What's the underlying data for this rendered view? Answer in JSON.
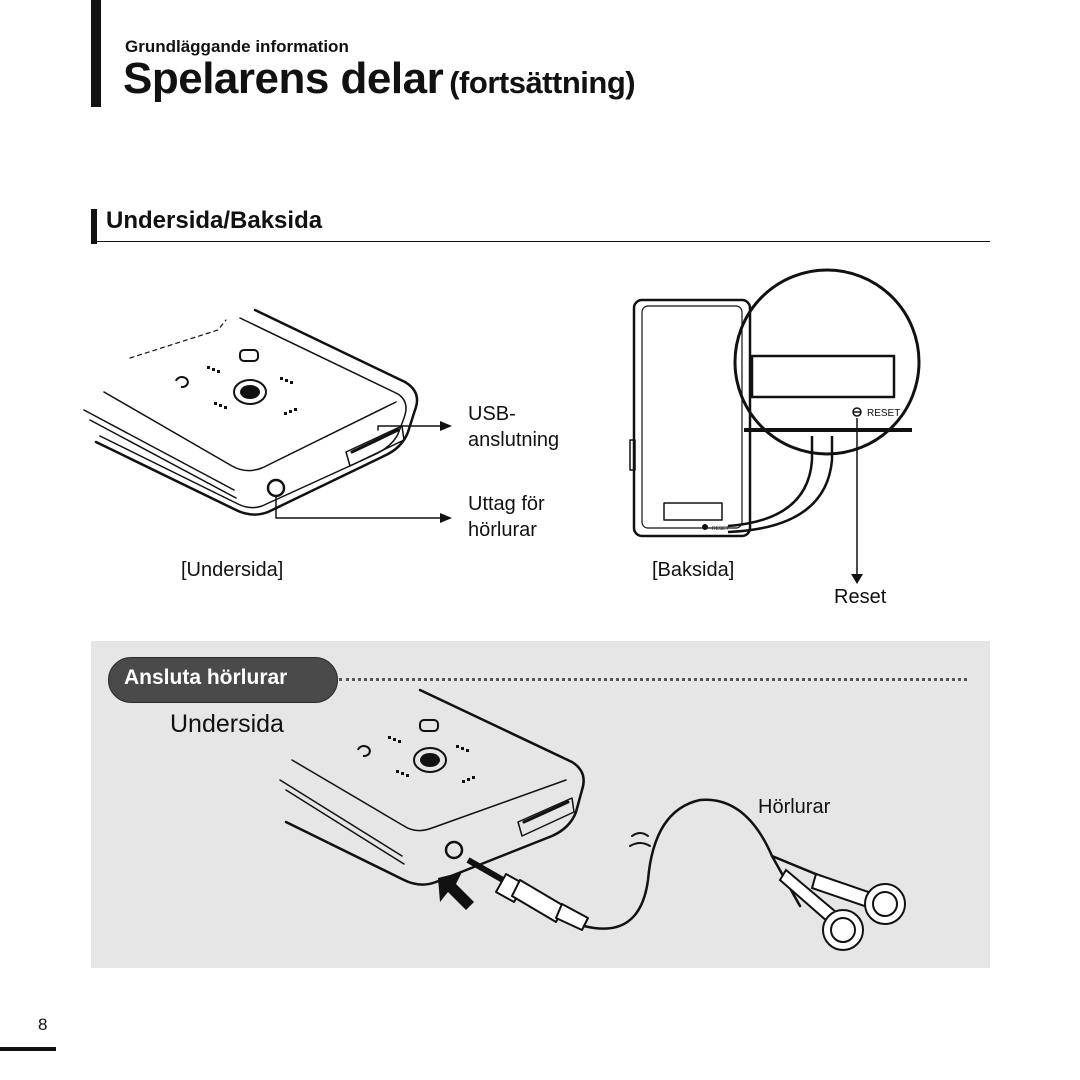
{
  "header": {
    "overline": "Grundläggande information",
    "title_main": "Spelarens delar",
    "title_sub": "(fortsättning)"
  },
  "section": {
    "heading": "Undersida/Baksida"
  },
  "diagram": {
    "usb_label_line1": "USB-",
    "usb_label_line2": "anslutning",
    "headphone_jack_label_line1": "Uttag för",
    "headphone_jack_label_line2": "hörlurar",
    "bottom_caption": "[Undersida]",
    "back_caption": "[Baksida]",
    "reset_label": "Reset",
    "reset_imprint_large": "RESET",
    "reset_imprint_small": "RESET"
  },
  "connect_box": {
    "pill_label": "Ansluta hörlurar",
    "subheading": "Undersida",
    "earphones_label": "Hörlurar"
  },
  "footer": {
    "page_number": "8"
  }
}
